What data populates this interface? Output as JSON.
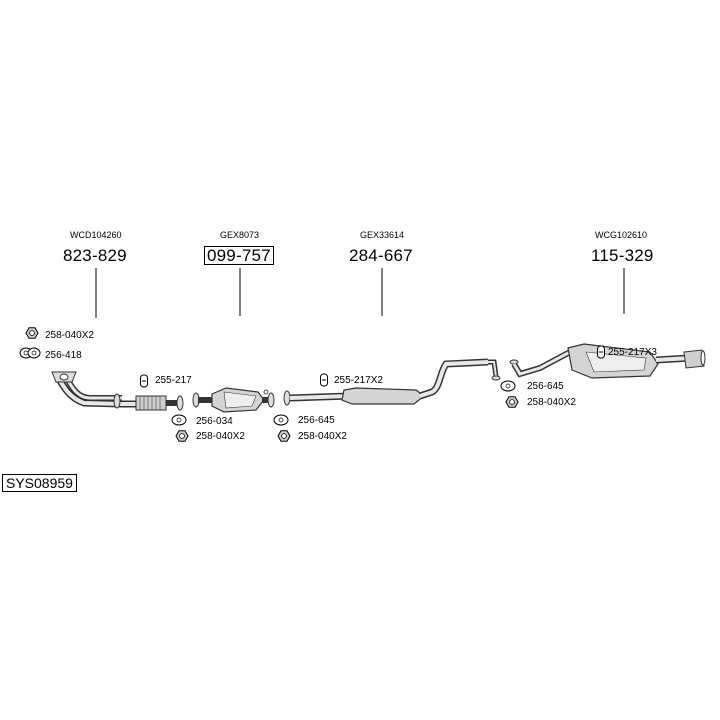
{
  "parts": [
    {
      "ref": "WCD104260",
      "number": "823-829",
      "boxed": false
    },
    {
      "ref": "GEX8073",
      "number": "099-757",
      "boxed": true
    },
    {
      "ref": "GEX33614",
      "number": "284-667",
      "boxed": false
    },
    {
      "ref": "WCG102610",
      "number": "115-329",
      "boxed": false
    }
  ],
  "callouts": {
    "front_nut": "258-040X2",
    "front_gasket": "256-418",
    "flex_clamp": "255-217",
    "cat_gasket": "256-034",
    "cat_nut": "258-040X2",
    "mid_hanger": "255-217X2",
    "mid_gasket": "256-645",
    "mid_nut": "258-040X2",
    "rear_gasket": "256-645",
    "rear_nut": "258-040X2",
    "rear_hanger": "255-217X3"
  },
  "system_id": "SYS08959",
  "icons": [
    "nut-icon",
    "gasket-icon",
    "hanger-icon"
  ]
}
